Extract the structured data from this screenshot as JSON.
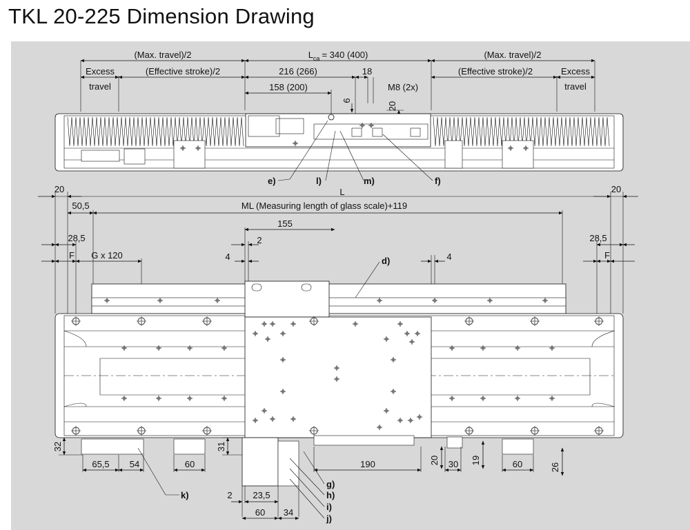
{
  "title": "TKL 20-225 Dimension Drawing",
  "colors": {
    "panel": "#d8d8d8",
    "line": "#111111",
    "body": "#ffffff"
  },
  "top_view": {
    "max_travel_left": "(Max. travel)/2",
    "max_travel_right": "(Max. travel)/2",
    "lca_prefix": "L",
    "lca_sub": "ca",
    "lca_value": "= 340 (400)",
    "excess_left": "Excess",
    "travel_left": "travel",
    "eff_stroke_left": "(Effective stroke)/2",
    "eff_stroke_right": "(Effective stroke)/2",
    "excess_right": "Excess",
    "travel_right": "travel",
    "dim_216": "216 (266)",
    "dim_18": "18",
    "dim_158": "158 (200)",
    "dim_6": "6",
    "dim_m8": "M8 (2x)",
    "dim_20": "20",
    "label_e": "e)",
    "label_l": "l)",
    "label_m": "m)",
    "label_f": "f)",
    "label_L": "L"
  },
  "front_view": {
    "dim_20_left": "20",
    "dim_20_right": "20",
    "dim_50_5": "50,5",
    "ml_text": "ML (Measuring length of glass scale)+119",
    "dim_155": "155",
    "dim_28_5_left": "28,5",
    "dim_28_5_right": "28,5",
    "dim_2_top": "2",
    "dim_4_left": "4",
    "dim_4_right": "4",
    "label_F_left": "F",
    "label_F_right": "F",
    "label_G": "G x 120",
    "label_d": "d)",
    "dim_32": "32",
    "dim_31": "31",
    "dim_65_5": "65,5",
    "dim_54": "54",
    "dim_60_a": "60",
    "dim_190": "190",
    "dim_20_b": "20",
    "dim_30": "30",
    "dim_19": "19",
    "dim_60_b": "60",
    "dim_26": "26",
    "label_k": "k)",
    "label_g": "g)",
    "label_h": "h)",
    "label_i": "i)",
    "label_j": "j)",
    "dim_2_bottom": "2",
    "dim_23_5": "23,5",
    "dim_60_c": "60",
    "dim_34": "34"
  }
}
